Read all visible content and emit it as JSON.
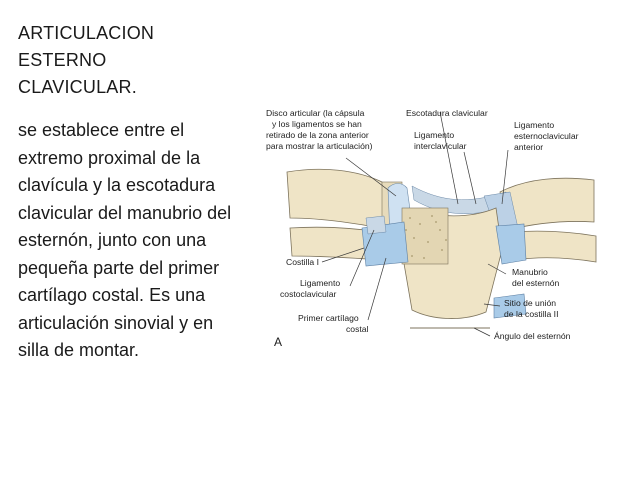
{
  "slide": {
    "title_lines": [
      "ARTICULACION",
      "ESTERNO",
      "CLAVICULAR."
    ],
    "body": "se establece entre el extremo proximal de la clavícula y la escotadura clavicular del manubrio del esternón, junto con una pequeña parte del primer cartílago costal. Es una articulación sinovial y en silla de montar."
  },
  "figure": {
    "letter": "A",
    "labels": {
      "disco_1": "Disco articular (la cápsula",
      "disco_2": "y los ligamentos se han",
      "disco_3": "retirado de la zona anterior",
      "disco_4": "para mostrar la articulación)",
      "escotadura": "Escotadura clavicular",
      "lig_inter_1": "Ligamento",
      "lig_inter_2": "interclavicular",
      "lig_esterno_1": "Ligamento",
      "lig_esterno_2": "esternoclavicular",
      "lig_esterno_3": "anterior",
      "costilla": "Costilla I",
      "lig_costo_1": "Ligamento",
      "lig_costo_2": "costoclavicular",
      "cartilago_1": "Primer cartílago",
      "cartilago_2": "costal",
      "manubrio_1": "Manubrio",
      "manubrio_2": "del esternón",
      "sitio_1": "Sitio de unión",
      "sitio_2": "de la costilla II",
      "angulo": "Ángulo del esternón"
    },
    "colors": {
      "bone": "#efe4c6",
      "cartilage": "#a9cbe8",
      "ligament": "#c9d8e6",
      "background": "#ffffff"
    }
  }
}
